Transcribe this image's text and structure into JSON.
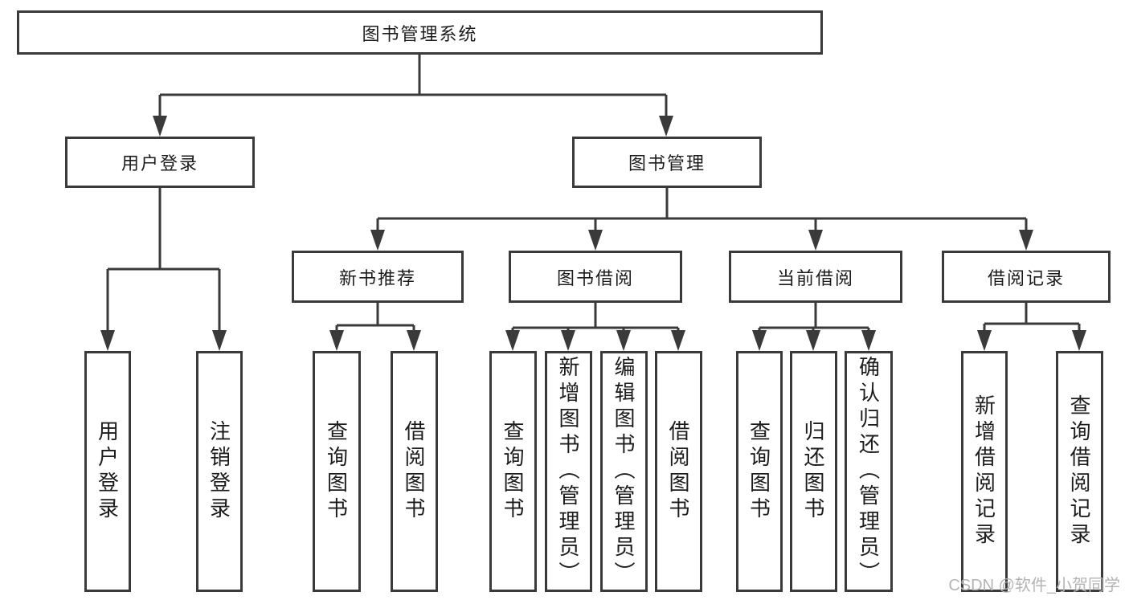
{
  "colors": {
    "line": "#3a3a3a",
    "text": "#1c1c1c",
    "watermark": "#b4b4b4",
    "background": "#ffffff"
  },
  "tree": {
    "root": {
      "label": "图书管理系统",
      "children": [
        {
          "label": "用户登录",
          "children": [
            {
              "label": "用户登录"
            },
            {
              "label": "注销登录"
            }
          ]
        },
        {
          "label": "图书管理",
          "children": [
            {
              "label": "新书推荐",
              "children": [
                {
                  "label": "查询图书"
                },
                {
                  "label": "借阅图书"
                }
              ]
            },
            {
              "label": "图书借阅",
              "children": [
                {
                  "label": "查询图书"
                },
                {
                  "label": "新增图书（管理员）"
                },
                {
                  "label": "编辑图书（管理员）"
                },
                {
                  "label": "借阅图书"
                }
              ]
            },
            {
              "label": "当前借阅",
              "children": [
                {
                  "label": "查询图书"
                },
                {
                  "label": "归还图书"
                },
                {
                  "label": "确认归还（管理员）"
                }
              ]
            },
            {
              "label": "借阅记录",
              "children": [
                {
                  "label": "新增借阅记录"
                },
                {
                  "label": "查询借阅记录"
                }
              ]
            }
          ]
        }
      ]
    }
  },
  "watermark": {
    "text": "CSDN @软件_小贺同学"
  }
}
